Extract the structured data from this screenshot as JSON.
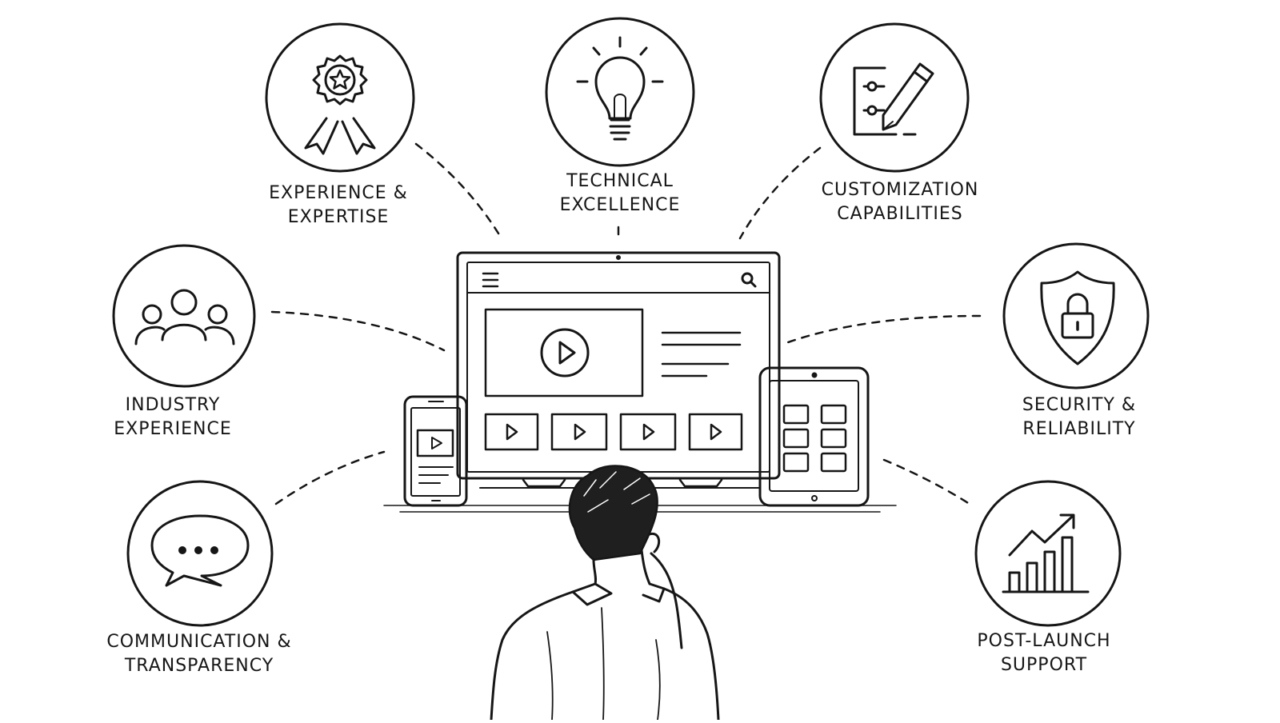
{
  "features": [
    {
      "id": "experience",
      "icon": "award-ribbon-icon",
      "lines": [
        "EXPERIENCE &",
        "EXPERTISE"
      ]
    },
    {
      "id": "technical",
      "icon": "lightbulb-icon",
      "lines": [
        "TECHNICAL",
        "EXCELLENCE"
      ]
    },
    {
      "id": "customization",
      "icon": "checklist-pencil-icon",
      "lines": [
        "CUSTOMIZATION",
        "CAPABILITIES"
      ]
    },
    {
      "id": "industry",
      "icon": "people-group-icon",
      "lines": [
        "INDUSTRY",
        "EXPERIENCE"
      ]
    },
    {
      "id": "security",
      "icon": "shield-lock-icon",
      "lines": [
        "SECURITY &",
        "RELIABILITY"
      ]
    },
    {
      "id": "communication",
      "icon": "speech-bubble-icon",
      "lines": [
        "COMMUNICATION &",
        "TRANSPARENCY"
      ]
    },
    {
      "id": "support",
      "icon": "growth-chart-icon",
      "lines": [
        "POST-LAUNCH",
        "SUPPORT"
      ]
    }
  ],
  "colors": {
    "ink": "#161616",
    "background": "#ffffff"
  }
}
